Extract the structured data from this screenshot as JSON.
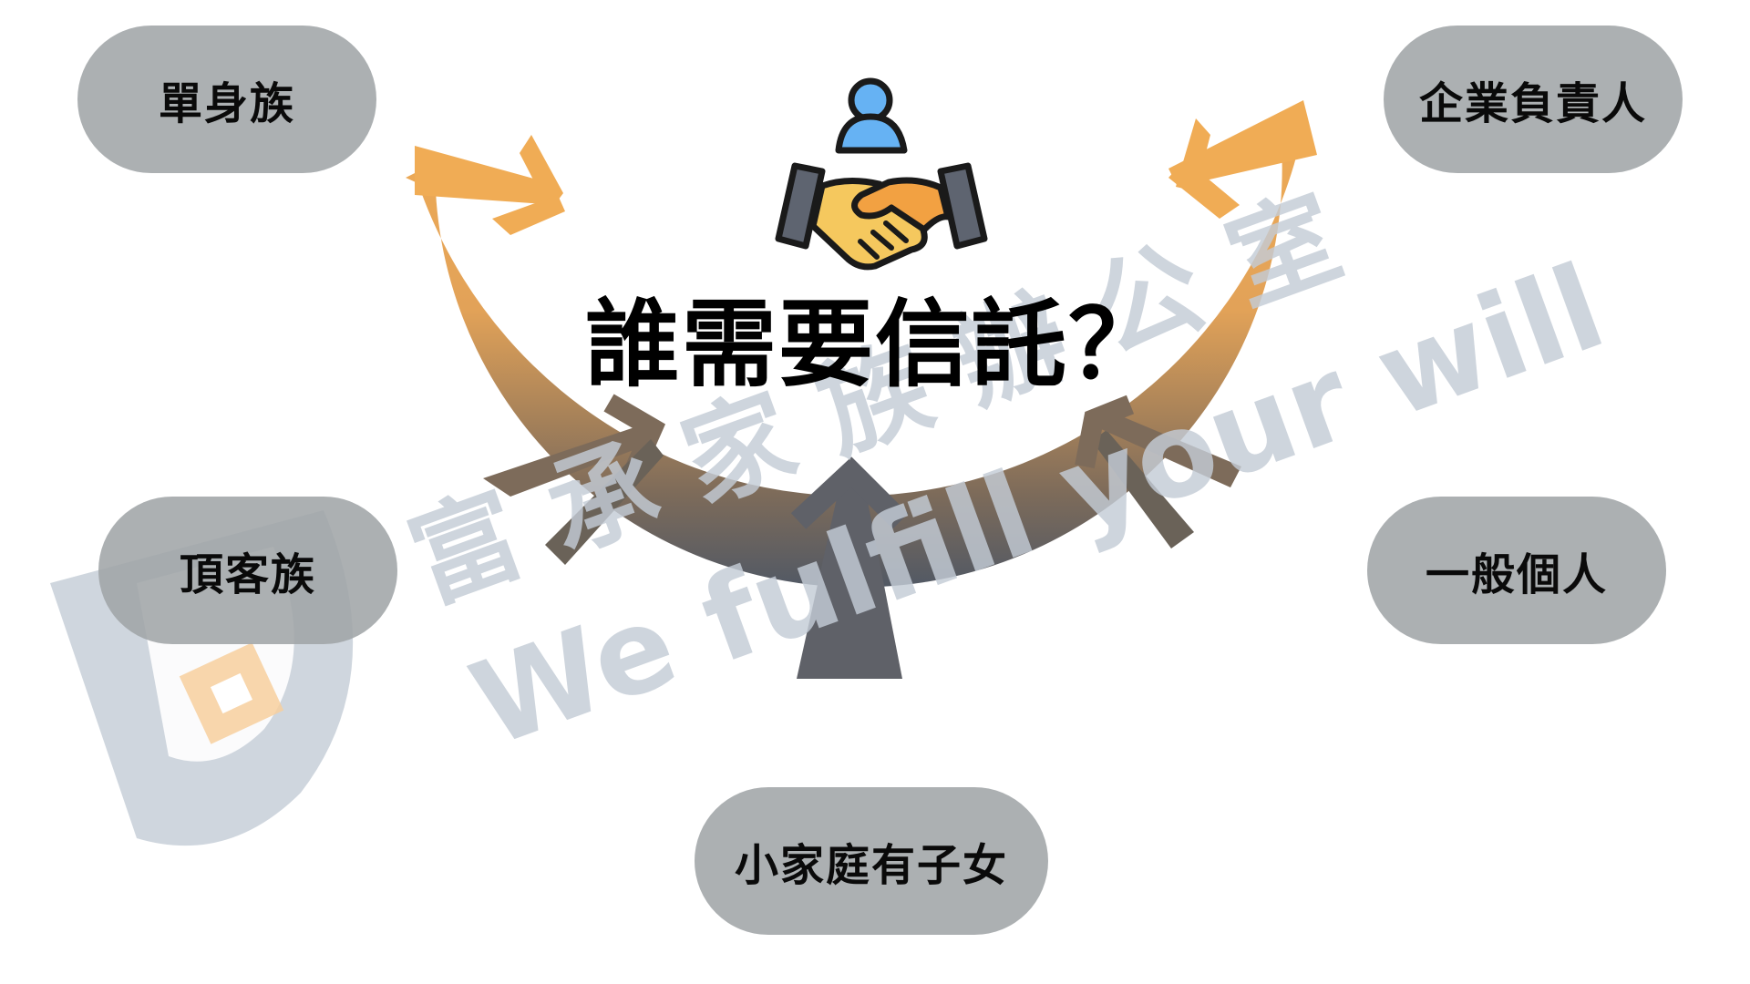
{
  "central": {
    "title": "誰需要信託？",
    "icon": "handshake-person-icon"
  },
  "groups": {
    "single": "單身族",
    "business_owner": "企業負責人",
    "dink": "頂客族",
    "individual": "一般個人",
    "family_with_children": "小家庭有子女"
  },
  "watermark": {
    "chinese": "富 承 家 族 辦 公 室",
    "english": "We fulfill your will",
    "logo": "fu-cheng-logo-icon"
  },
  "colors": {
    "pill": "#a0a5a7",
    "arrow_top": "#f0ac55",
    "arrow_bottom": "#24456d",
    "watermark": "#c4ccd6",
    "logo_accent": "#f7cf9d"
  }
}
